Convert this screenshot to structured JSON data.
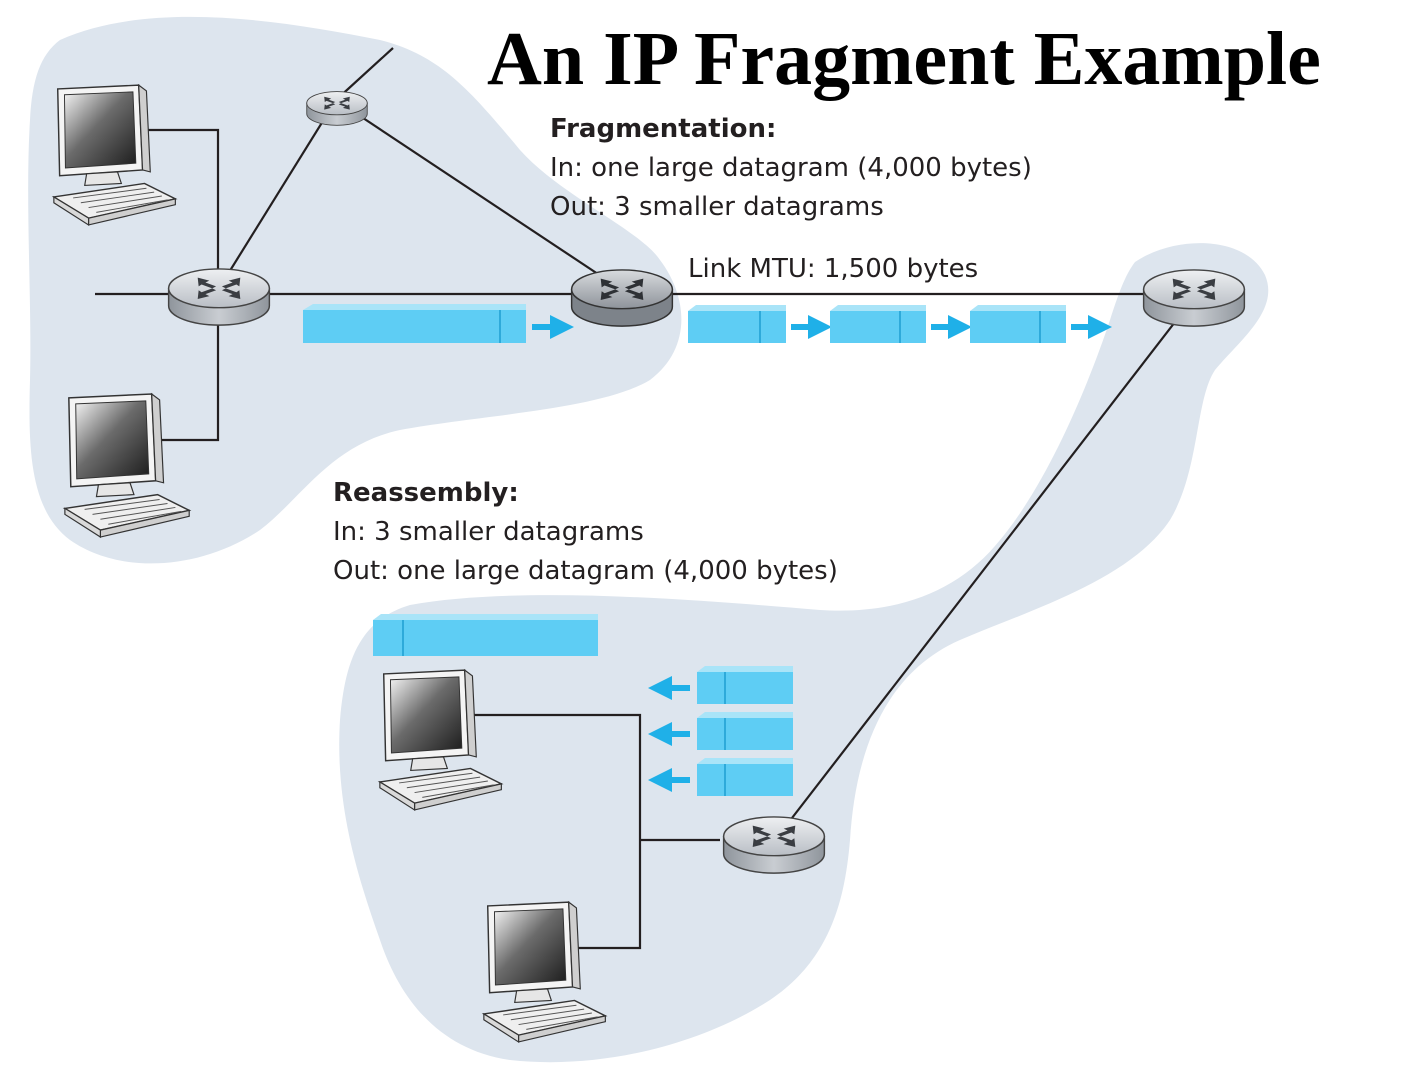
{
  "title": "An IP Fragment Example",
  "fragmentation": {
    "heading": "Fragmentation:",
    "in_text": "In: one large datagram (4,000 bytes)",
    "out_text": "Out: 3 smaller datagrams"
  },
  "link": {
    "mtu_label": "Link MTU: 1,500 bytes"
  },
  "reassembly": {
    "heading": "Reassembly:",
    "in_text": "In: 3 smaller datagrams",
    "out_text": "Out: one large datagram (4,000 bytes)"
  },
  "colors": {
    "network_region": "#dde5ee",
    "datagram": "#5ecdf4",
    "datagram_edge": "#2bb5e6",
    "arrow": "#1fb0e8",
    "router": "#c8ccd2",
    "link_line": "#231f20"
  },
  "icons": [
    "computer-icon",
    "router-icon",
    "datagram-icon",
    "arrow-icon"
  ]
}
